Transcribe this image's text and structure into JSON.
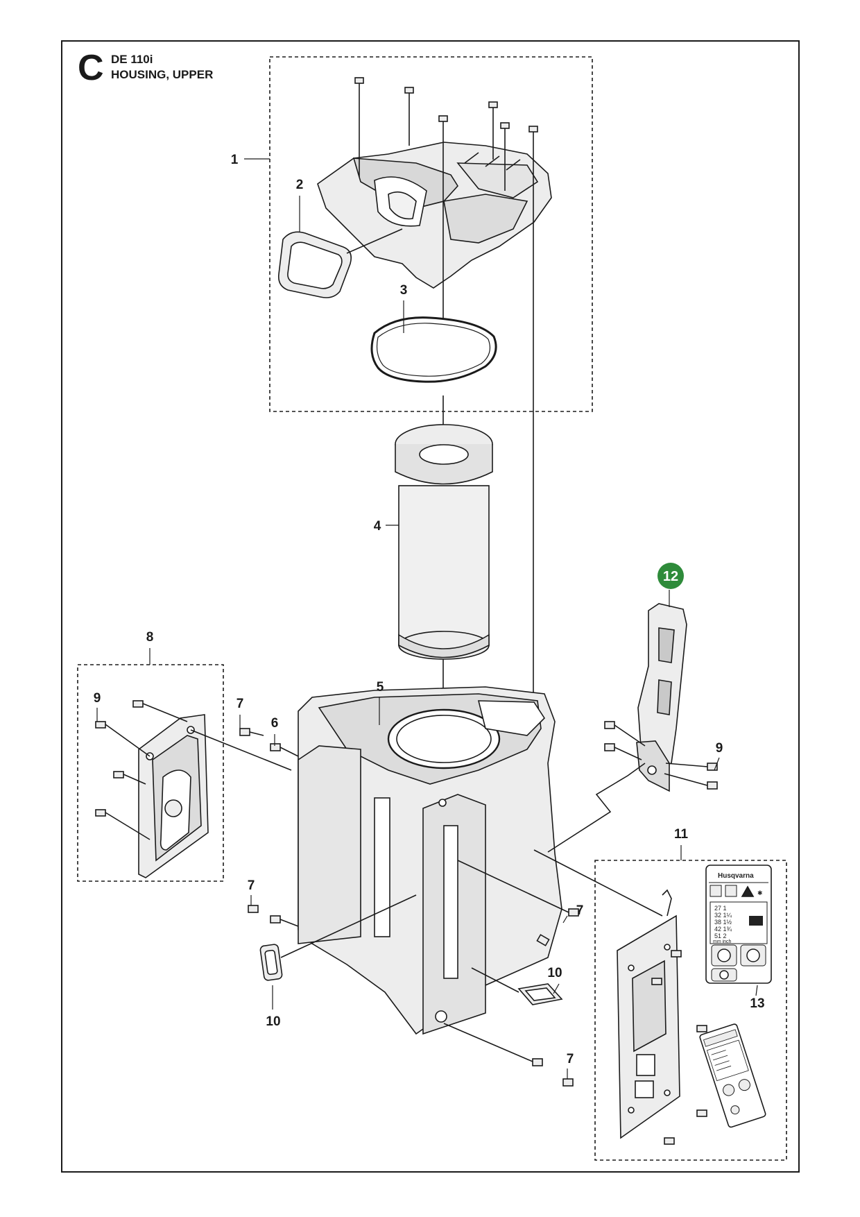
{
  "header": {
    "section_letter": "C",
    "model": "DE 110i",
    "title": "HOUSING, UPPER"
  },
  "callouts": {
    "c1": "1",
    "c2": "2",
    "c3": "3",
    "c4": "4",
    "c5": "5",
    "c6": "6",
    "c7a": "7",
    "c7b": "7",
    "c7c": "7",
    "c7d": "7",
    "c8": "8",
    "c9a": "9",
    "c9b": "9",
    "c10a": "10",
    "c10b": "10",
    "c11": "11",
    "c12": "12",
    "c13": "13"
  },
  "decal": {
    "brand": "Husqvarna",
    "rows": [
      "27 1",
      "32 1¼",
      "38 1½",
      "42 1¾",
      "51 2"
    ],
    "units": "mm inch"
  },
  "colors": {
    "line": "#1a1a1a",
    "part_fill": "#ededed",
    "part_shade": "#c9c9c9",
    "highlight_badge": "#2e8b3a"
  }
}
